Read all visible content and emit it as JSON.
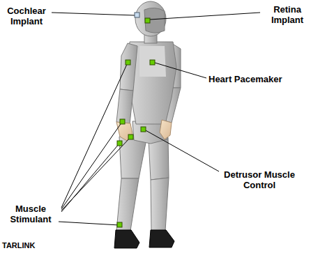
{
  "diagram": {
    "labels": [
      "Cochlear Implant",
      "Retina Implant",
      "Heart Pacemaker",
      "Muscle Stimulant",
      "Detrusor Muscle Control",
      "TARLINK"
    ]
  }
}
